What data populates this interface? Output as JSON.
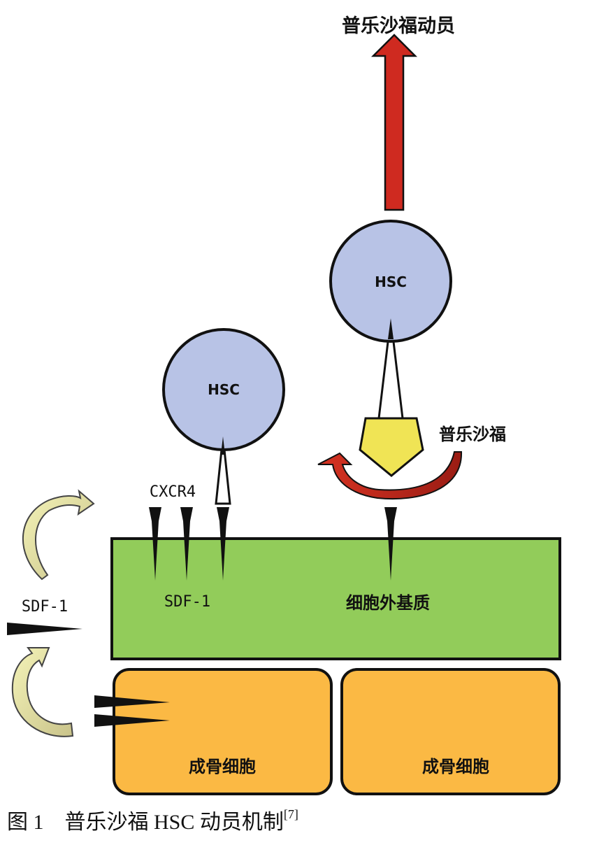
{
  "labels": {
    "mobilization": "普乐沙福动员",
    "hsc": "HSC",
    "plerixafor": "普乐沙福",
    "cxcr4": "CXCR4",
    "sdf1": "SDF-1",
    "ecm": "细胞外基质",
    "osteoblast": "成骨细胞"
  },
  "caption": {
    "prefix": "图 1",
    "text": "普乐沙福 HSC 动员机制",
    "ref": "[7]"
  },
  "colors": {
    "cell_fill": "#b8c3e6",
    "matrix_fill": "#92cc5a",
    "osteoblast_fill": "#fbb944",
    "plerixafor_fill": "#f0e455",
    "red_arrow": "#cf2a20",
    "pale_arrow": "#ecea9e"
  }
}
